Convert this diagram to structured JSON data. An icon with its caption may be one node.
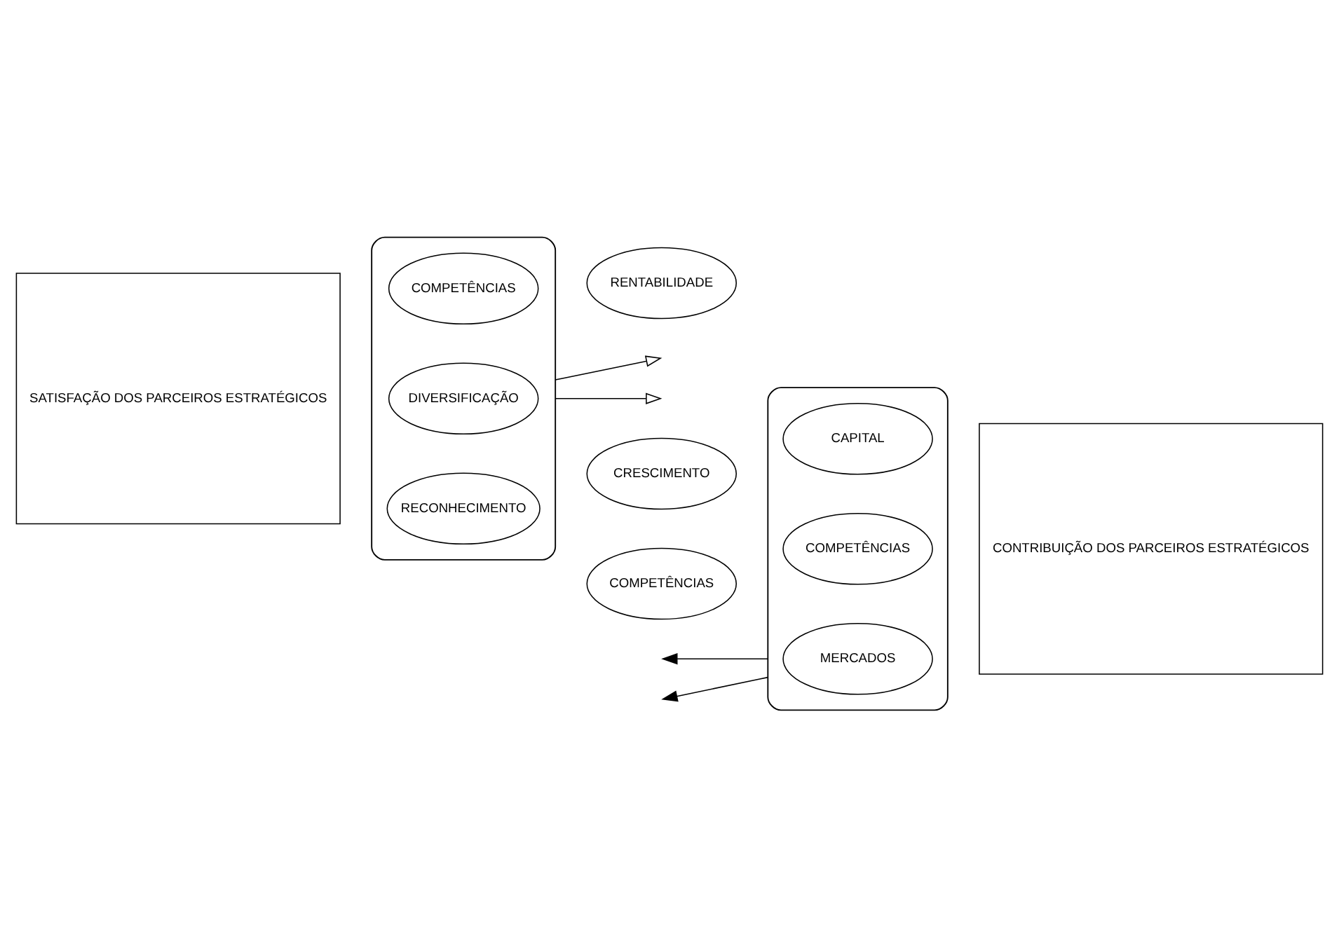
{
  "diagram": {
    "nodes": [
      {
        "text": [
          "SATISFAÇÃO DOS PARCEIROS ESTRATÉGICOS"
        ]
      },
      {
        "text": [],
        "shape": "cylinder"
      },
      {
        "text": [
          "COMPETÊNCIAS"
        ],
        "in": 1
      },
      {
        "text": [
          "DIVERSIFICAÇÃO"
        ],
        "in": 1
      },
      {
        "text": [
          "RECONHECIMENTO"
        ],
        "in": 1
      },
      {
        "text": [
          "RENTABILIDADE"
        ]
      },
      {
        "text": [
          "CRESCIMENTO"
        ]
      },
      {
        "text": [
          "COMPETÊNCIAS"
        ]
      },
      {
        "text": [],
        "shape": "cylinder"
      },
      {
        "text": [
          "CAPITAL"
        ],
        "in": 8
      },
      {
        "text": [
          "MERCADOS"
        ],
        "in": 8
      },
      {
        "text": [
          "COMPETÊNCIAS"
        ],
        "in": 8
      },
      {
        "text": [
          "CONTRIBUIÇÃO DOS PARCEIROS ESTRATÉGICOS"
        ]
      }
    ],
    "edges": [
      {
        "from": 1,
        "to": null,
        "arrow": "to"
      },
      {
        "from": 1,
        "to": null,
        "arrow": "to"
      },
      {
        "from": 8,
        "to": null,
        "arrow": "to"
      },
      {
        "from": 8,
        "to": null,
        "arrow": "to"
      }
    ]
  }
}
